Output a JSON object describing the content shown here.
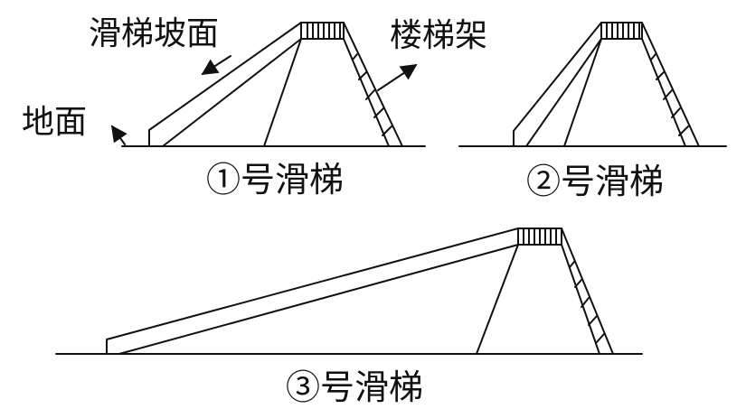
{
  "callouts": {
    "slide_surface": "滑梯坡面",
    "ladder_frame": "楼梯架",
    "ground": "地面"
  },
  "captions": {
    "slide_1": "①号滑梯",
    "slide_2": "②号滑梯",
    "slide_3": "③号滑梯"
  }
}
